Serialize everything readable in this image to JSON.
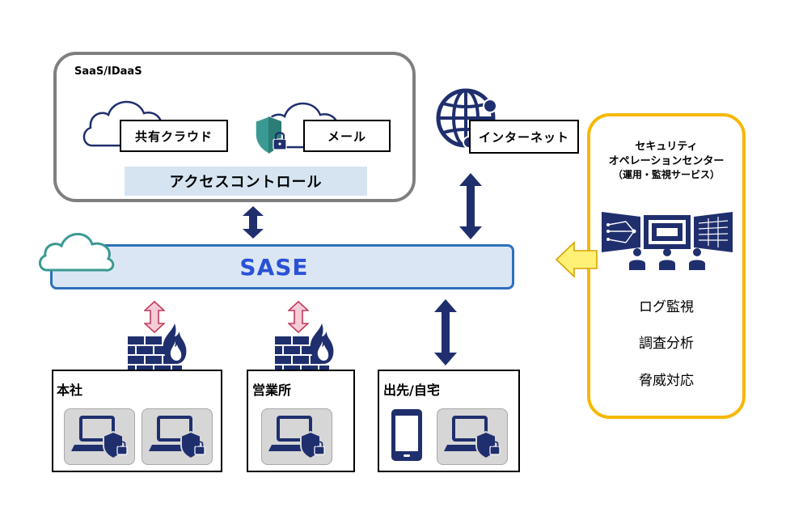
{
  "saas": {
    "title": "SaaS/IDaaS",
    "shared_cloud": "共有クラウド",
    "mail": "メール",
    "access_control": "アクセスコントロール"
  },
  "internet": {
    "label": "インターネット"
  },
  "sase": {
    "label": "SASE"
  },
  "soc": {
    "title_line1": "セキュリティ",
    "title_line2": "オペレーションセンター",
    "title_line3": "（運用・監視サービス）",
    "items": [
      "ログ監視",
      "調査分析",
      "脅威対応"
    ]
  },
  "sites": {
    "hq": "本社",
    "branch": "営業所",
    "remote": "出先/自宅"
  },
  "colors": {
    "navy": "#1f2f6e",
    "sase_fill": "#dbe6f4",
    "sase_border": "#2e6fbd",
    "sase_text": "#2a52d6",
    "soc_border": "#f5b800",
    "arrow_yellow": "#fff176",
    "arrow_pink": "#f4cdd6",
    "arrow_pink_border": "#c43a5a",
    "cloud_teal": "#3a9a93",
    "access_fill": "#d6e4f2"
  }
}
